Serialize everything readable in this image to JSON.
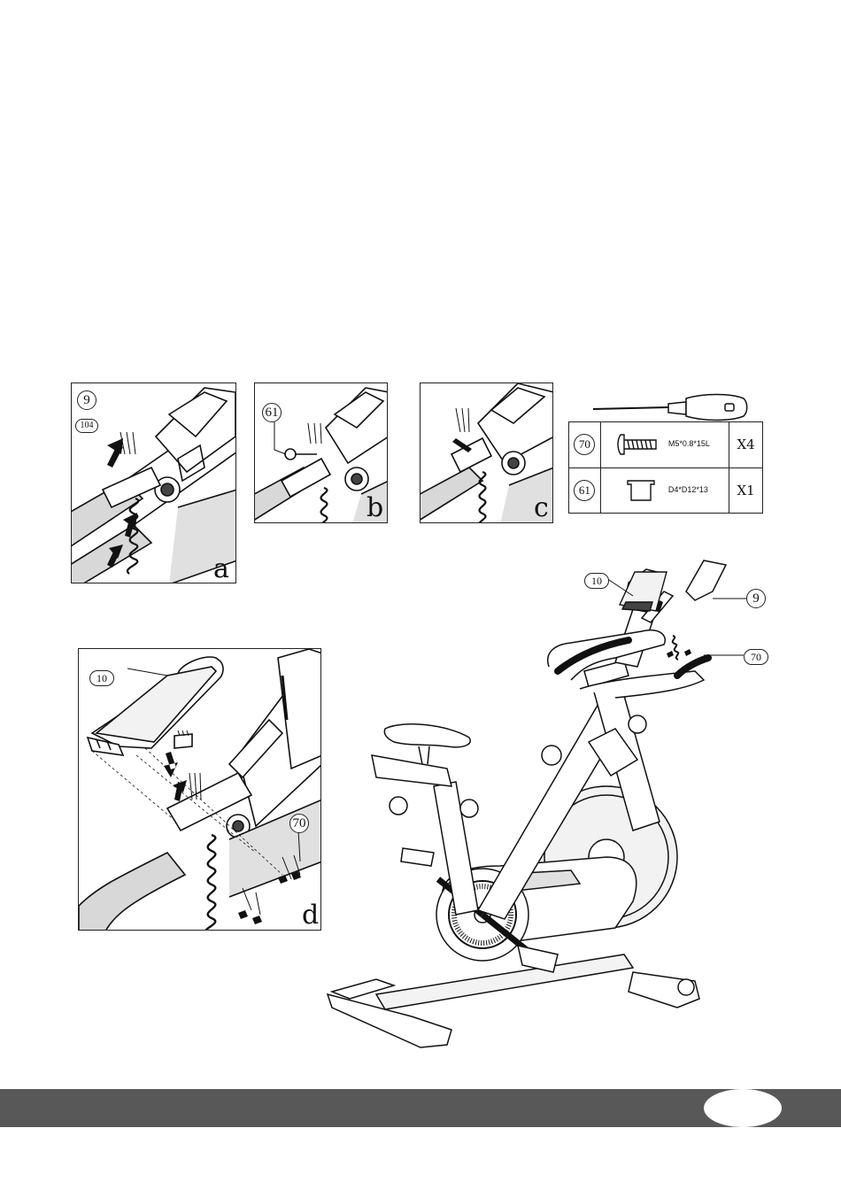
{
  "steps": {
    "a": {
      "letter": "a",
      "callout_main": "9",
      "callout_sub": "104"
    },
    "b": {
      "letter": "b",
      "callout_main": "61"
    },
    "c": {
      "letter": "c"
    },
    "d": {
      "letter": "d",
      "callout_console": "10",
      "callout_screws": "70"
    }
  },
  "parts": [
    {
      "number": "70",
      "spec": "M5*0.8*15L",
      "qty": "X4",
      "icon": "screw-icon"
    },
    {
      "number": "61",
      "spec": "D4*D12*13",
      "qty": "X1",
      "icon": "cap-icon"
    }
  ],
  "tool": {
    "icon": "screwdriver-icon"
  },
  "bike": {
    "label_console": "10",
    "label_handlebar": "9",
    "label_screws": "70"
  },
  "footer": {
    "bar_color": "#585858"
  }
}
